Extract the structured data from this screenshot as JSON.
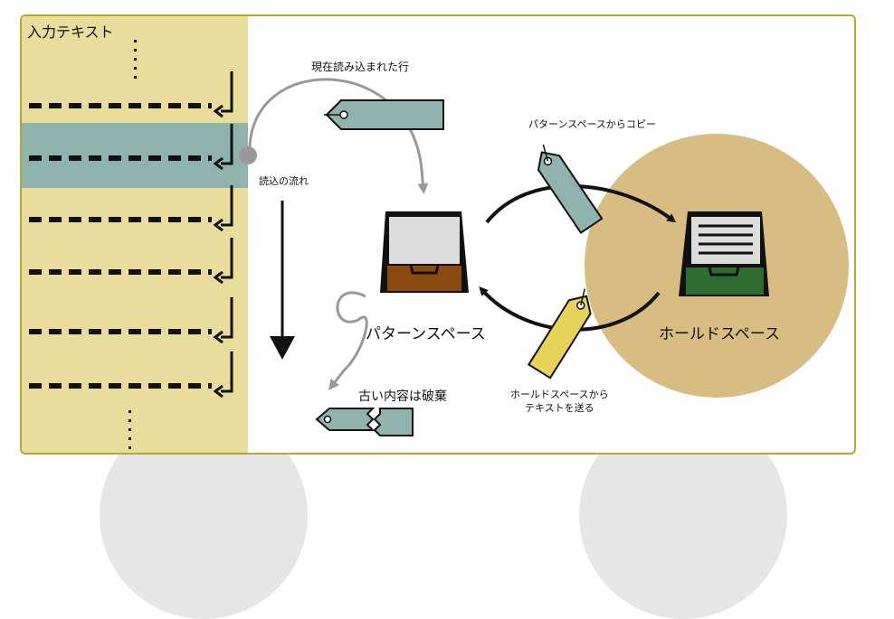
{
  "input_text_label": "入力テキスト",
  "current_line_label": "現在読み込まれた行",
  "read_flow_label": "読込の流れ",
  "copy_label": "パターンスペースからコピー",
  "pattern_space_label": "パターンスペース",
  "hold_space_label": "ホールドスペース",
  "send_label_line1": "ホールドスペースから",
  "send_label_line2": "テキストを送る",
  "discard_label": "古い内容は破棄",
  "colors": {
    "panel_border": "#b8a830",
    "input_column": "#e9dc9c",
    "current_line_highlight": "#8fb3ad",
    "hold_circle": "#d8bd82",
    "tag_teal": "#8fb3ad",
    "tag_yellow": "#e8d35a",
    "pattern_tray_fill": "#8a4a10",
    "hold_tray_fill": "#2e6b2e"
  }
}
